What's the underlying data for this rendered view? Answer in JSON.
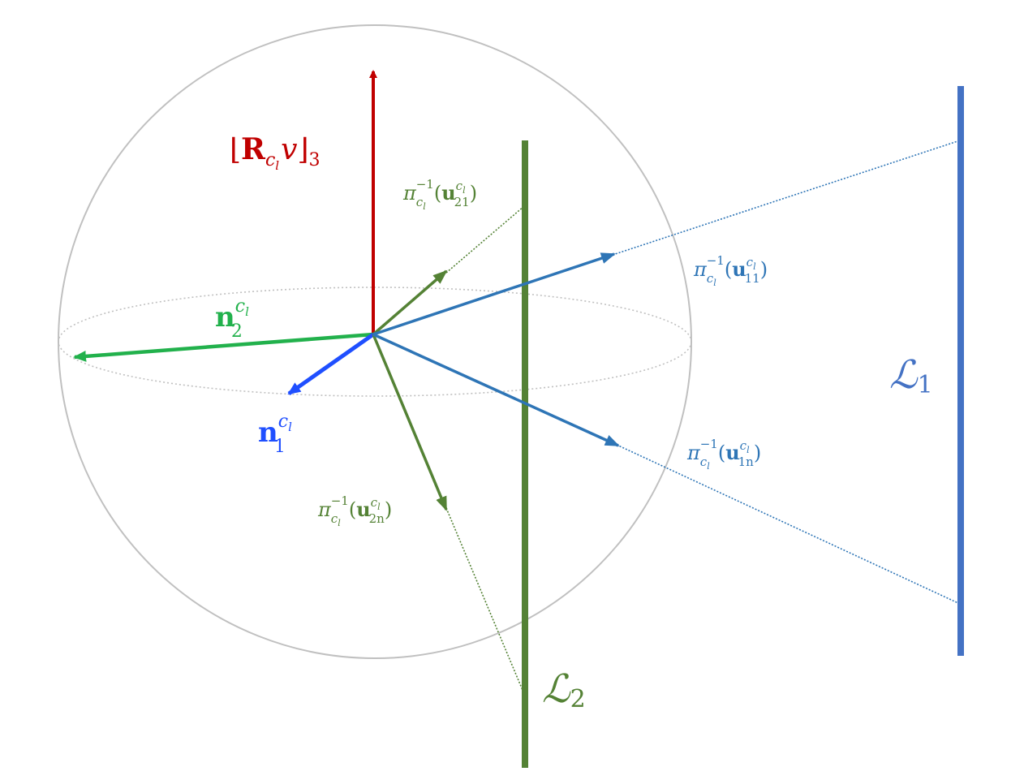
{
  "colors": {
    "sphere": "#c0c0c0",
    "red": "#c00000",
    "green_bright": "#22b14c",
    "green_dark": "#548235",
    "blue_bright": "#1f4fff",
    "blue_mid": "#2e75b6",
    "blue_line": "#4472c4"
  },
  "labels": {
    "rotation": {
      "pre": "⌊",
      "bold": "R",
      "sub": "c",
      "subsub": "l",
      "mid": "v",
      "post": "⌋",
      "idx": "3"
    },
    "n2": {
      "bold": "n",
      "sup": "c",
      "supsub": "l",
      "sub": "2"
    },
    "n1": {
      "bold": "n",
      "sup": "c",
      "supsub": "l",
      "sub": "1"
    },
    "u21": {
      "pi": "π",
      "pisub": "c",
      "pisubsub": "l",
      "pisup": "−1",
      "open": "(",
      "bold": "u",
      "sup": "c",
      "supsub": "l",
      "sub": "21",
      "close": ")"
    },
    "u11": {
      "pi": "π",
      "pisub": "c",
      "pisubsub": "l",
      "pisup": "−1",
      "open": "(",
      "bold": "u",
      "sup": "c",
      "supsub": "l",
      "sub": "11",
      "close": ")"
    },
    "u1n": {
      "pi": "π",
      "pisub": "c",
      "pisubsub": "l",
      "pisup": "−1",
      "open": "(",
      "bold": "u",
      "sup": "c",
      "supsub": "l",
      "sub": "1n",
      "close": ")"
    },
    "u2n": {
      "pi": "π",
      "pisub": "c",
      "pisubsub": "l",
      "pisup": "−1",
      "open": "(",
      "bold": "u",
      "sup": "c",
      "supsub": "l",
      "sub": "2n",
      "close": ")"
    },
    "L1": {
      "script": "ℒ",
      "sub": "1"
    },
    "L2": {
      "script": "ℒ",
      "sub": "2"
    }
  }
}
